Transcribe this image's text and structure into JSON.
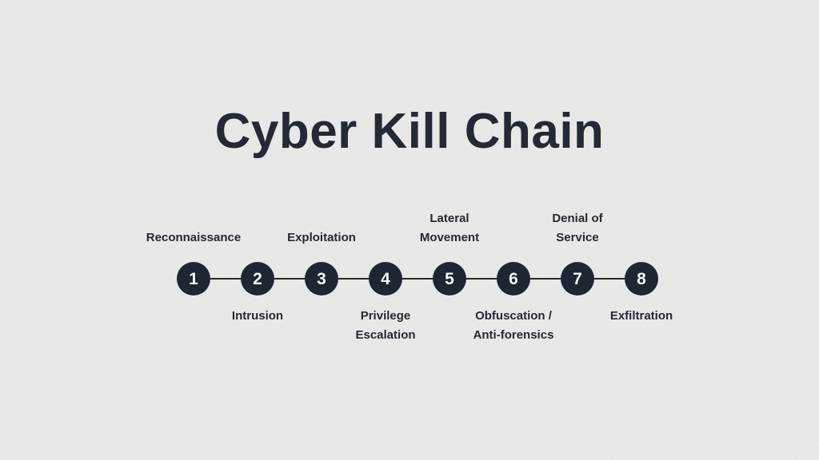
{
  "title": "Cyber Kill Chain",
  "colors": {
    "background": "#ebebe9",
    "ink": "#232936",
    "node_fill": "#1f2533",
    "node_number": "#f7f7f5"
  },
  "timeline": {
    "steps": [
      {
        "number": "1",
        "label": "Reconnaissance",
        "label_position": "above"
      },
      {
        "number": "2",
        "label": "Intrusion",
        "label_position": "below"
      },
      {
        "number": "3",
        "label": "Exploitation",
        "label_position": "above"
      },
      {
        "number": "4",
        "label": "Privilege\nEscalation",
        "label_position": "below"
      },
      {
        "number": "5",
        "label": "Lateral\nMovement",
        "label_position": "above"
      },
      {
        "number": "6",
        "label": "Obfuscation /\nAnti-forensics",
        "label_position": "below"
      },
      {
        "number": "7",
        "label": "Denial of\nService",
        "label_position": "above"
      },
      {
        "number": "8",
        "label": "Exfiltration",
        "label_position": "below"
      }
    ]
  }
}
